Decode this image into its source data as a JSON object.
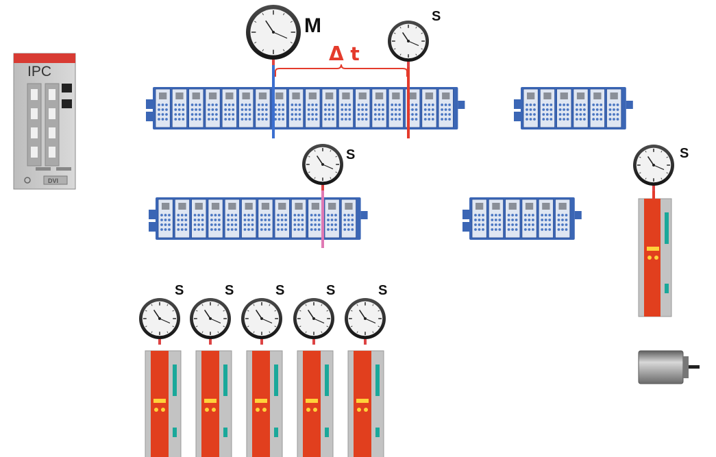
{
  "ipc": {
    "label": "IPC",
    "port_label": "DVI"
  },
  "master_label": "M",
  "slave_label": "S",
  "delta_label": "Δ t",
  "colors": {
    "cable": "#f2f230",
    "io_blue": "#3b66b5",
    "master_line": "#3b6fd0",
    "sync_line": "#e43b2c",
    "pink_line": "#e07ab4",
    "drive_red": "#e13f1e",
    "drive_gray": "#c3c3c3",
    "teal": "#1aa89a",
    "clock_face": "#f2f2f2"
  }
}
